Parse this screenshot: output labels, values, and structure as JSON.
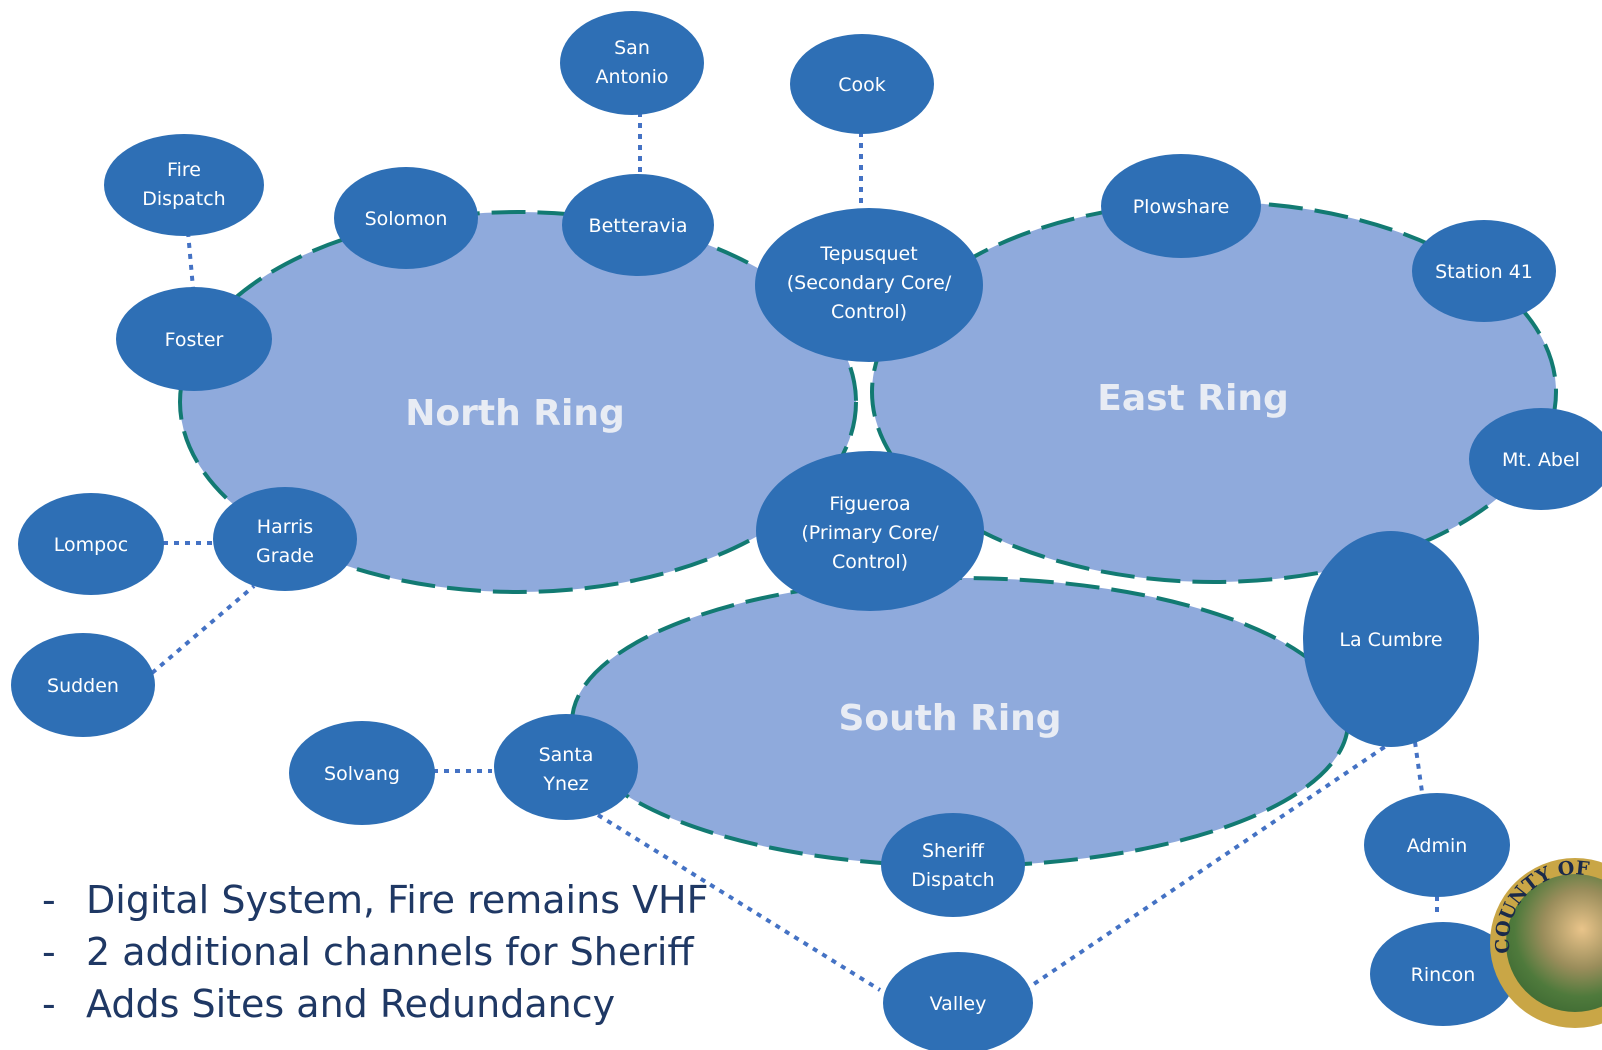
{
  "rings": {
    "north": "North Ring",
    "east": "East Ring",
    "south": "South Ring"
  },
  "nodes": {
    "san_antonio": [
      "San",
      "Antonio"
    ],
    "cook": [
      "Cook"
    ],
    "fire_dispatch": [
      "Fire",
      "Dispatch"
    ],
    "solomon": [
      "Solomon"
    ],
    "betteravia": [
      "Betteravia"
    ],
    "tepusquet": [
      "Tepusquet",
      "(Secondary Core/",
      "Control)"
    ],
    "plowshare": [
      "Plowshare"
    ],
    "station41": [
      "Station 41"
    ],
    "foster": [
      "Foster"
    ],
    "mt_abel": [
      "Mt. Abel"
    ],
    "lompoc": [
      "Lompoc"
    ],
    "harris_grade": [
      "Harris",
      "Grade"
    ],
    "figueroa": [
      "Figueroa",
      "(Primary Core/",
      "Control)"
    ],
    "la_cumbre": [
      "La Cumbre"
    ],
    "sudden": [
      "Sudden"
    ],
    "solvang": [
      "Solvang"
    ],
    "santa_ynez": [
      "Santa",
      "Ynez"
    ],
    "sheriff_dispatch": [
      "Sheriff",
      "Dispatch"
    ],
    "admin": [
      "Admin"
    ],
    "rincon": [
      "Rincon"
    ],
    "valley": [
      "Valley"
    ]
  },
  "bullets": [
    "Digital System, Fire remains VHF",
    "2 additional channels for Sheriff",
    "Adds Sites and Redundancy"
  ],
  "seal": {
    "text": "COUNTY OF"
  },
  "colors": {
    "ring_fill": "#8faadc",
    "ring_border": "#127a72",
    "node_fill": "#2e6fb5",
    "link": "#4472c4",
    "bullet_text": "#1f3864"
  }
}
